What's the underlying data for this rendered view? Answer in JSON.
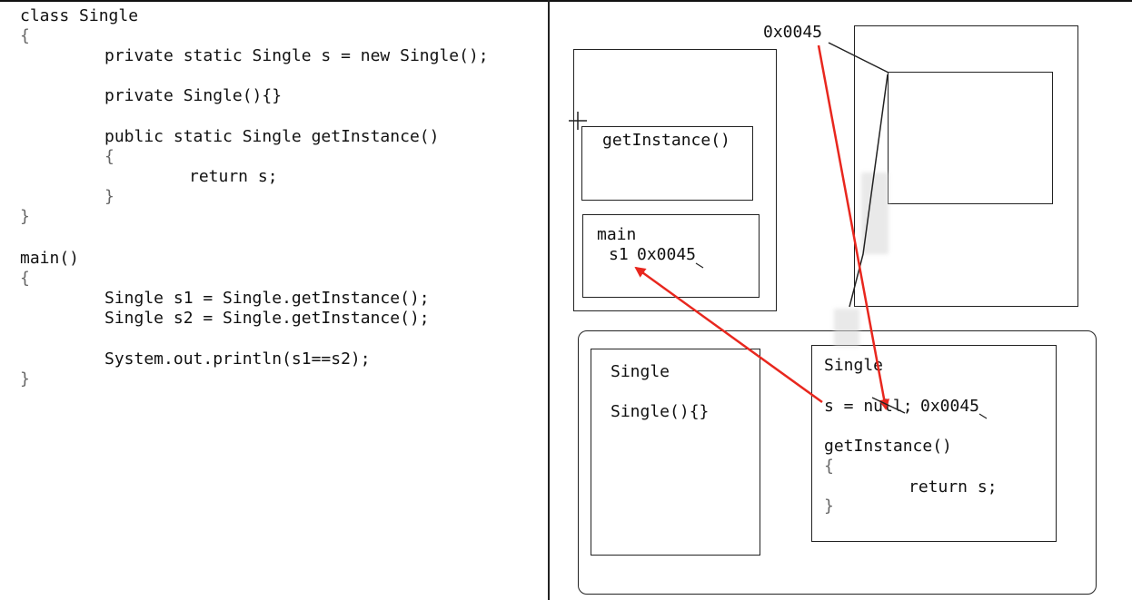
{
  "code": {
    "lines": [
      "class Single",
      "{",
      "private static Single s = new Single();",
      "private Single(){}",
      "public static Single getInstance()",
      "{",
      "return s;",
      "}",
      "}",
      "main()",
      "{",
      "Single s1 = Single.getInstance();",
      "Single s2 = Single.getInstance();",
      "System.out.println(s1==s2);",
      "}"
    ]
  },
  "stack": {
    "frame_getinstance": "getInstance()",
    "frame_main_title": "main",
    "frame_main_var": "s1",
    "frame_main_value": "0x0045"
  },
  "heap": {
    "address_label": "0x0045"
  },
  "method_area": {
    "class_title": "Single",
    "class_constructor": "Single(){}",
    "static_title": "Single",
    "static_field": "s = null;",
    "static_field_value": "0x0045",
    "method_sig": "getInstance()",
    "method_open": "{",
    "method_body": "return s;",
    "method_close": "}"
  },
  "colors": {
    "arrow": "#e8271e",
    "line": "#222222"
  }
}
